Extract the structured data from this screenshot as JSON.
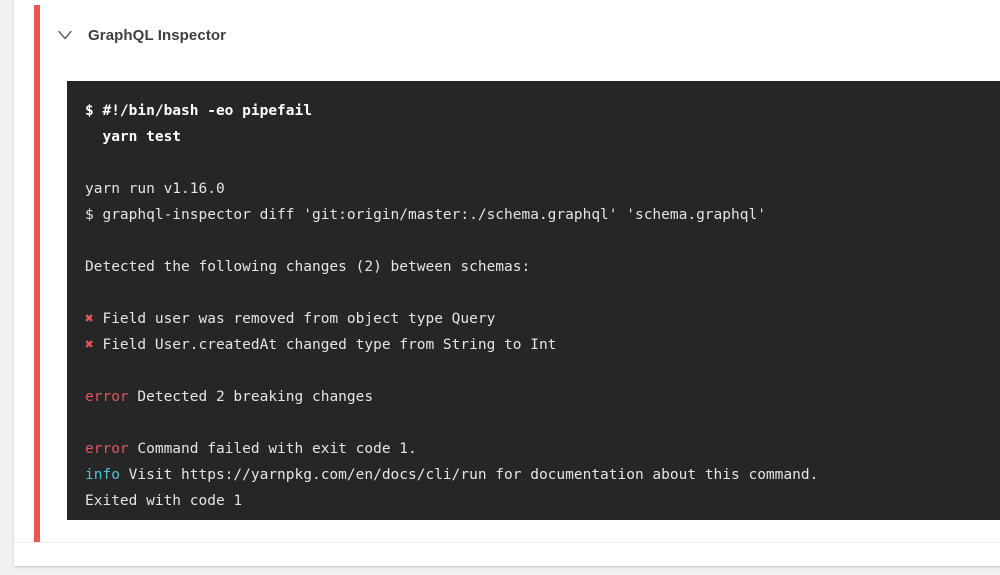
{
  "colors": {
    "page_background": "#f1f1f1",
    "card_background": "#ffffff",
    "status_accent": "#ef5350",
    "terminal_background": "#262626",
    "terminal_text": "#e4e4e4",
    "error_text": "#e05561",
    "info_text": "#4dc4d6",
    "cross_mark": "#e2565f"
  },
  "header": {
    "toggle_icon": "chevron-down-icon",
    "title": "GraphQL Inspector"
  },
  "terminal": {
    "lines": [
      {
        "kind": "command",
        "text": "$ #!/bin/bash -eo pipefail"
      },
      {
        "kind": "command",
        "text": "  yarn test"
      },
      {
        "kind": "blank",
        "text": ""
      },
      {
        "kind": "output",
        "text": "yarn run v1.16.0"
      },
      {
        "kind": "output",
        "text": "$ graphql-inspector diff 'git:origin/master:./schema.graphql' 'schema.graphql'"
      },
      {
        "kind": "blank",
        "text": ""
      },
      {
        "kind": "output",
        "text": "Detected the following changes (2) between schemas:"
      },
      {
        "kind": "blank",
        "text": ""
      },
      {
        "kind": "change",
        "marker": "✖",
        "text": " Field user was removed from object type Query"
      },
      {
        "kind": "change",
        "marker": "✖",
        "text": " Field User.createdAt changed type from String to Int"
      },
      {
        "kind": "blank",
        "text": ""
      },
      {
        "kind": "error",
        "label": "error",
        "text": " Detected 2 breaking changes"
      },
      {
        "kind": "blank",
        "text": ""
      },
      {
        "kind": "error",
        "label": "error",
        "text": " Command failed with exit code 1."
      },
      {
        "kind": "info",
        "label": "info",
        "text": " Visit https://yarnpkg.com/en/docs/cli/run for documentation about this command."
      },
      {
        "kind": "output",
        "text": "Exited with code 1"
      }
    ]
  }
}
